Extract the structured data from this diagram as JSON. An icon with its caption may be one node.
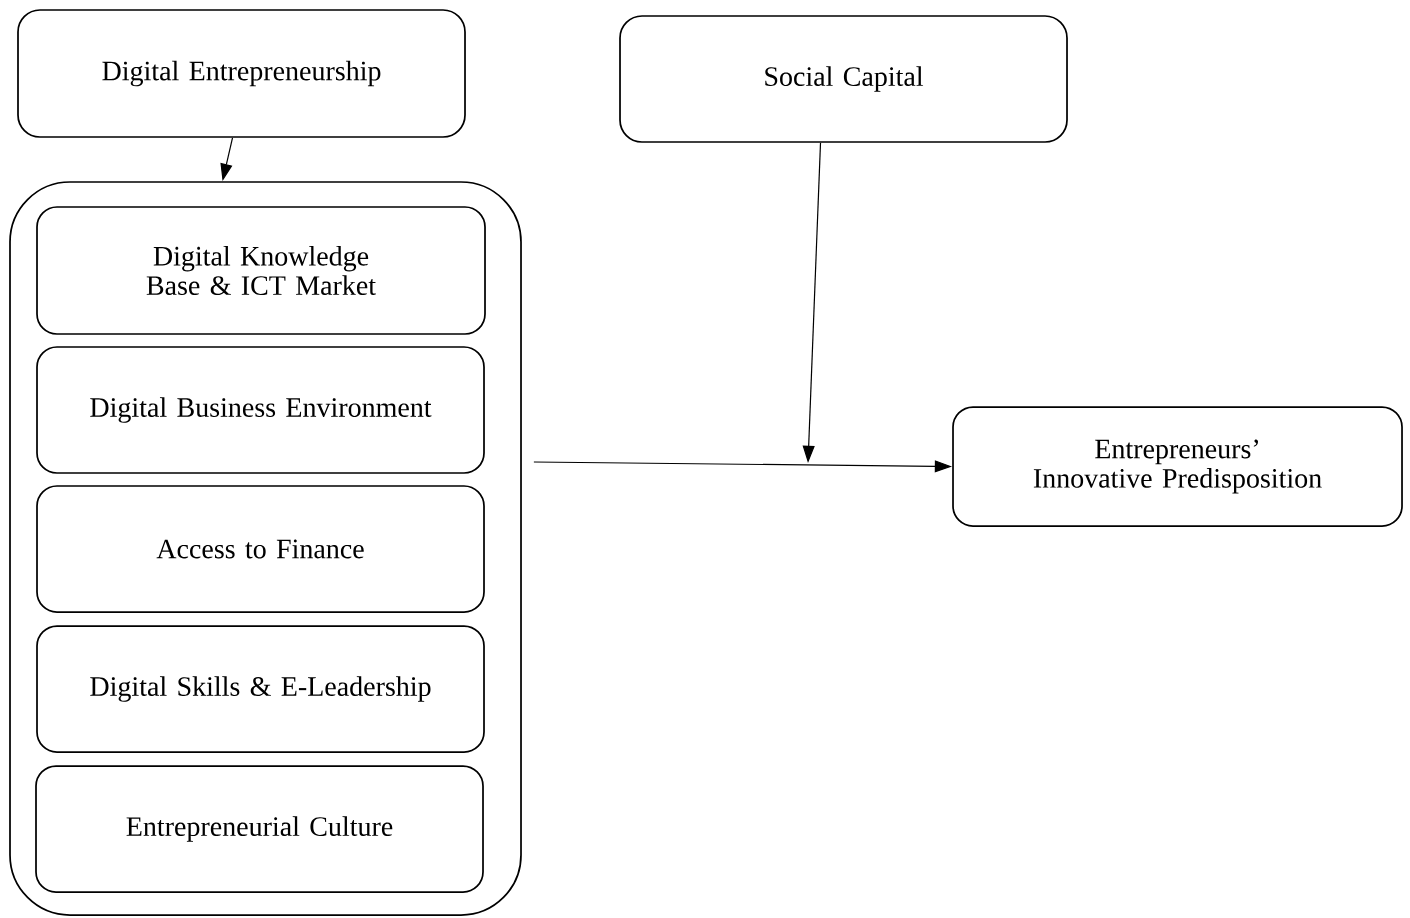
{
  "diagram": {
    "nodes": [
      {
        "text": [
          "Digital Entrepreneurship"
        ]
      },
      {
        "text": [],
        "shape": "box"
      },
      {
        "text": [
          "Digital Knowledge Base & ICT Market"
        ],
        "in": 1
      },
      {
        "text": [
          "Digital Business Environment"
        ],
        "in": 1
      },
      {
        "text": [
          "Access to Finance"
        ],
        "in": 1
      },
      {
        "text": [
          "Digital Skills & E-Leadership"
        ],
        "in": 1
      },
      {
        "text": [
          "Entrepreneurial Culture"
        ],
        "in": 1
      },
      {
        "text": [
          "Social Capital"
        ]
      },
      {
        "text": [
          "Entrepreneurs’ Innovative Predisposition"
        ]
      }
    ],
    "edges": [
      {
        "from": 0,
        "to": 1,
        "arrow": "to"
      },
      {
        "from": 1,
        "to": 8,
        "arrow": "to"
      },
      {
        "from": 7,
        "to": null,
        "arrow": "to"
      }
    ]
  }
}
